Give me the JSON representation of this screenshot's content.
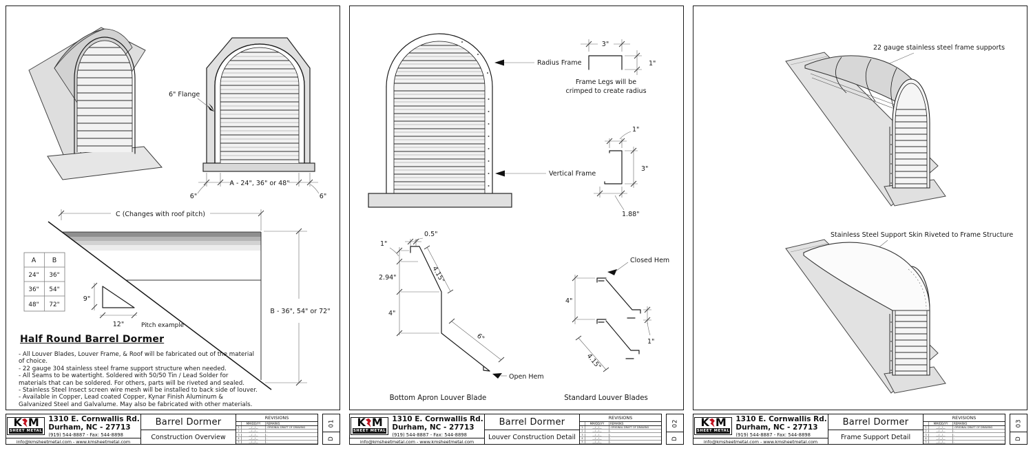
{
  "company": {
    "logo_text_k": "K",
    "logo_text_m": "M",
    "logo_banner": "SHEET METAL",
    "address_line1": "1310 E. Cornwallis Rd.",
    "address_line2": "Durham, NC - 27713",
    "address_line3": "(919) 544-8887 - Fax: 544-8898",
    "contact_line": "info@kmsheetmetal.com - www.kmsheetmetal.com"
  },
  "revisions": {
    "title": "REVISIONS",
    "date_header": "MM/DD/YY",
    "remarks_header": "REMARKS",
    "rows": [
      {
        "num": "1",
        "date": "__/__/__",
        "remark": "-ORIGINAL DRAFT OF DRAWING"
      },
      {
        "num": "2",
        "date": "__/__/__",
        "remark": "-"
      },
      {
        "num": "3",
        "date": "__/__/__",
        "remark": "-"
      },
      {
        "num": "4",
        "date": "__/__/__",
        "remark": "-"
      },
      {
        "num": "5",
        "date": "__/__/__",
        "remark": "-"
      }
    ]
  },
  "sheets": [
    {
      "title": "Barrel Dormer",
      "subtitle": "Construction Overview",
      "sheet_no": "01",
      "sheet_series": "D"
    },
    {
      "title": "Barrel Dormer",
      "subtitle": "Louver Construction Detail",
      "sheet_no": "02",
      "sheet_series": "D"
    },
    {
      "title": "Barrel Dormer",
      "subtitle": "Frame Support Detail",
      "sheet_no": "03",
      "sheet_series": "D"
    }
  ],
  "sheet1": {
    "flange_label": "6\" Flange",
    "dim_flange_left": "6\"",
    "dim_flange_right": "6\"",
    "dim_width_a": "A - 24\", 36\" or 48\"",
    "dim_c": "C (Changes with roof pitch)",
    "dim_b": "B - 36\", 54\" or 72\"",
    "ab_table": {
      "col_a": "A",
      "col_b": "B",
      "rows": [
        {
          "a": "24\"",
          "b": "36\""
        },
        {
          "a": "36\"",
          "b": "54\""
        },
        {
          "a": "48\"",
          "b": "72\""
        }
      ]
    },
    "pitch_rise": "9\"",
    "pitch_run": "12\"",
    "pitch_label": "Pitch example",
    "heading": "Half Round Barrel Dormer",
    "notes": [
      "- All Louver Blades, Louver Frame, & Roof will be fabricated out of the material of choice.",
      "- 22 gauge 304 stainless steel frame support structure when needed.",
      "- All Seams to be watertight. Soldered with 50/50 Tin / Lead Solder for materials that can be soldered. For others, parts will be riveted and sealed.",
      "- Stainless Steel Insect screen wire mesh will be installed to back side of louver.",
      "- Available in Copper, Lead coated Copper, Kynar Finish Aluminum & Galvanized Steel and Galvalume. May also be fabricated with other materials."
    ]
  },
  "sheet2": {
    "radius_frame_label": "Radius Frame",
    "vertical_frame_label": "Vertical Frame",
    "crimp_note_line1": "Frame Legs will be",
    "crimp_note_line2": "crimped to create radius",
    "radius_frame_width": "3\"",
    "radius_frame_leg": "1\"",
    "vertical_frame_top": "1\"",
    "vertical_frame_web": "3\"",
    "vertical_frame_bottom": "1.88\"",
    "apron": {
      "hem": "0.5\"",
      "lip": "1\"",
      "drop": "2.94\"",
      "web": "4\"",
      "face": "4.15\"",
      "bottom_face": "6\"",
      "open_hem_label": "Open Hem",
      "caption": "Bottom Apron Louver Blade"
    },
    "standard": {
      "closed_hem_label": "Closed Hem",
      "spacing": "4\"",
      "face": "4.15\"",
      "hem": "1\"",
      "caption": "Standard Louver Blades"
    }
  },
  "sheet3": {
    "frame_label": "22 gauge stainless steel frame supports",
    "skin_label": "Stainless Steel Support Skin Riveted to Frame Structure"
  },
  "colors": {
    "accent_red": "#c1121f",
    "line": "#1a1a1a",
    "fill_light": "#e2e2e2"
  }
}
